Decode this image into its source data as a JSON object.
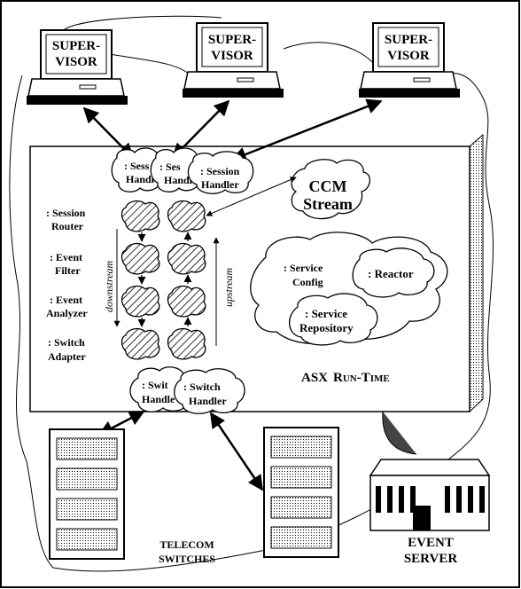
{
  "supervisors": {
    "left": {
      "line1": "SUPER-",
      "line2": "VISOR"
    },
    "middle": {
      "line1": "SUPER-",
      "line2": "VISOR"
    },
    "right": {
      "line1": "SUPER-",
      "line2": "VISOR"
    }
  },
  "session_handlers": {
    "a": {
      "line1": ": Sess",
      "line2": "Handl"
    },
    "b": {
      "line1": ": Ses",
      "line2": "Handl"
    },
    "c": {
      "line1": ": Session",
      "line2": "Handler"
    }
  },
  "ccm_stream": {
    "line1": "CCM",
    "line2": "Stream"
  },
  "stream_modules": [
    {
      "line1": ": Session",
      "line2": "Router"
    },
    {
      "line1": ": Event",
      "line2": "Filter"
    },
    {
      "line1": ": Event",
      "line2": "Analyzer"
    },
    {
      "line1": ": Switch",
      "line2": "Adapter"
    }
  ],
  "directions": {
    "downstream": "downstream",
    "upstream": "upstream"
  },
  "service_config": {
    "line1": ": Service",
    "line2": "Config"
  },
  "reactor": ": Reactor",
  "service_repository": {
    "line1": ": Service",
    "line2": "Repository"
  },
  "switch_handlers": {
    "a": {
      "line1": ": Swit",
      "line2": "Handle"
    },
    "b": {
      "line1": ": Switch",
      "line2": "Handler"
    }
  },
  "runtime": {
    "a": "ASX",
    "b": "R",
    "c": "UN",
    "d": "-T",
    "e": "IME"
  },
  "telecom_switches": {
    "line1": "TELECOM",
    "line2": "SWITCHES"
  },
  "event_server": {
    "line1": "EVENT",
    "line2": "SERVER"
  }
}
